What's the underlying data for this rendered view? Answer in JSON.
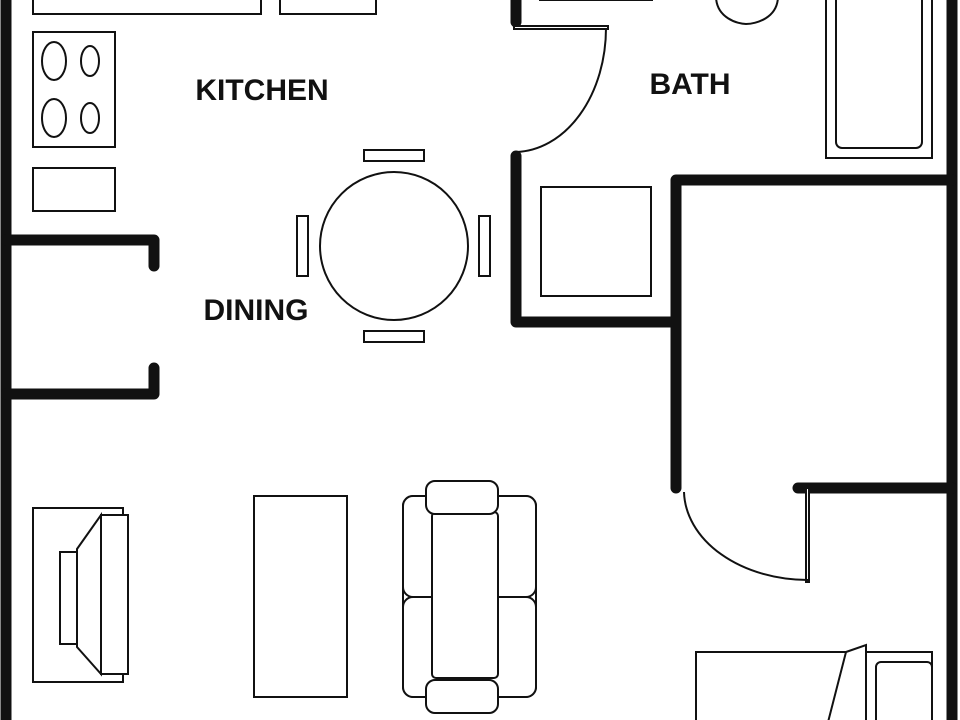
{
  "floor_plan": {
    "rooms": {
      "kitchen": "KITCHEN",
      "bath": "BATH",
      "dining": "DINING"
    },
    "colors": {
      "ink": "#111111",
      "paper": "#ffffff"
    }
  }
}
